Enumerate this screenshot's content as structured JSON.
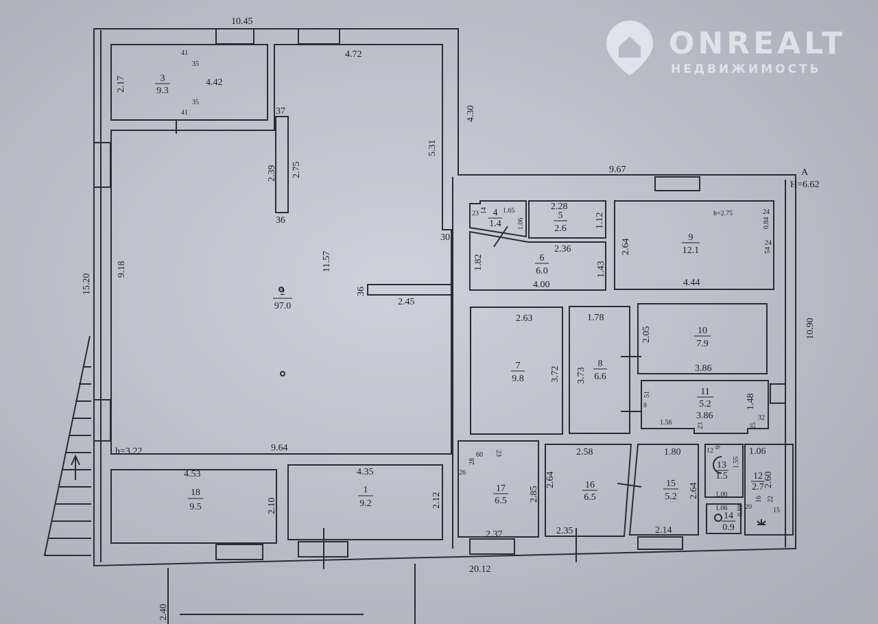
{
  "watermark": {
    "brand": "ONREALT",
    "subtitle": "НЕДВИЖИМОСТЬ"
  },
  "rooms": [
    {
      "num": "1",
      "area": "9.2"
    },
    {
      "num": "2",
      "area": "97.0"
    },
    {
      "num": "3",
      "area": "9.3"
    },
    {
      "num": "4",
      "area": "1.4"
    },
    {
      "num": "5",
      "area": "2.6"
    },
    {
      "num": "6",
      "area": "6.0"
    },
    {
      "num": "7",
      "area": "9.8"
    },
    {
      "num": "8",
      "area": "6.6"
    },
    {
      "num": "9",
      "area": "12.1"
    },
    {
      "num": "10",
      "area": "7.9"
    },
    {
      "num": "11",
      "area": "5.2"
    },
    {
      "num": "12",
      "area": "2.7"
    },
    {
      "num": "13",
      "area": "1.5"
    },
    {
      "num": "14",
      "area": "0.9"
    },
    {
      "num": "15",
      "area": "5.2"
    },
    {
      "num": "16",
      "area": "6.5"
    },
    {
      "num": "17",
      "area": "6.5"
    },
    {
      "num": "18",
      "area": "9.5"
    }
  ],
  "dims": [
    "10.45",
    "4.72",
    "4.30",
    "5.31",
    "2.17",
    "4.42",
    "41",
    "35",
    "41",
    "35",
    "37",
    "2.39",
    "2.75",
    "36",
    "15.20",
    "9.18",
    "11.57",
    "36",
    "2.45",
    "30",
    "h=3.22",
    "9.64",
    "9.67",
    "A",
    "H=6.62",
    "23",
    "14",
    "1.65",
    "1.06",
    "2.28",
    "1.12",
    "2.36",
    "1.82",
    "1.43",
    "4.00",
    "h=2.75",
    "2.64",
    "4.44",
    "24",
    "0.84",
    "24",
    "54",
    "10.90",
    "2.63",
    "3.72",
    "1.78",
    "3.73",
    "2.05",
    "3.86",
    "51",
    "8",
    "1.56",
    "3.86",
    "1.48",
    "23",
    "25",
    "32",
    "4.53",
    "2.10",
    "4.35",
    "2.12",
    "26",
    "28",
    "60",
    "23",
    "2.85",
    "2.37",
    "2.58",
    "2.64",
    "2.35",
    "1.80",
    "2.64",
    "2.14",
    "12",
    "6",
    "1.55",
    "1.00",
    "1.06",
    "2.60",
    "1.06",
    "0.88",
    "16",
    "20",
    "22",
    "15",
    "20.12",
    "2.40"
  ]
}
